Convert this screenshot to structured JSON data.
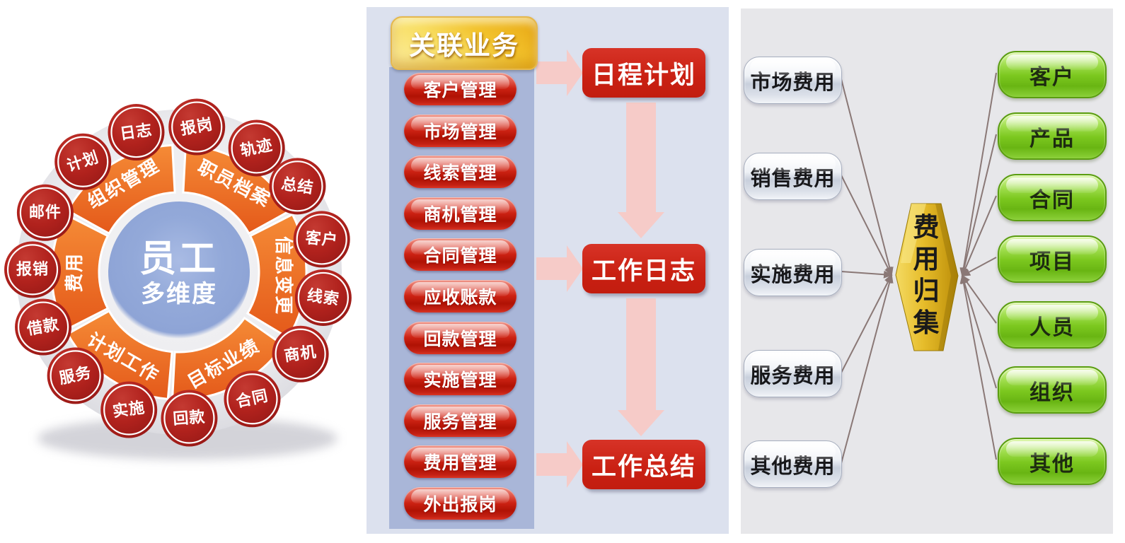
{
  "left_panel": {
    "center_title": "员工",
    "center_subtitle": "多维度",
    "ring_segments": [
      {
        "label": "组织管理",
        "start": 299,
        "end": 357,
        "rot": -30
      },
      {
        "label": "职员档案",
        "start": 3,
        "end": 61,
        "rot": 27
      },
      {
        "label": "信息变更",
        "start": 63,
        "end": 121,
        "rot": 90
      },
      {
        "label": "目标业绩",
        "start": 125,
        "end": 183,
        "rot": -30
      },
      {
        "label": "计划工作",
        "start": 185,
        "end": 241,
        "rot": 30
      },
      {
        "label": "费用",
        "start": 243,
        "end": 297,
        "rot": -90
      }
    ],
    "outer_circles": [
      {
        "label": "报岗",
        "angle": 7,
        "tilt": -10
      },
      {
        "label": "轨迹",
        "angle": 32,
        "tilt": -12
      },
      {
        "label": "总结",
        "angle": 54,
        "tilt": 8
      },
      {
        "label": "客户",
        "angle": 77,
        "tilt": 5
      },
      {
        "label": "线索",
        "angle": 100,
        "tilt": 8
      },
      {
        "label": "商机",
        "angle": 124,
        "tilt": -8
      },
      {
        "label": "合同",
        "angle": 150,
        "tilt": -12
      },
      {
        "label": "回款",
        "angle": 176,
        "tilt": -4
      },
      {
        "label": "实施",
        "angle": 200,
        "tilt": -8
      },
      {
        "label": "服务",
        "angle": 225,
        "tilt": -12
      },
      {
        "label": "借款",
        "angle": 248,
        "tilt": -10
      },
      {
        "label": "报销",
        "angle": 271,
        "tilt": 0
      },
      {
        "label": "邮件",
        "angle": 294,
        "tilt": 0
      },
      {
        "label": "计划",
        "angle": 319,
        "tilt": -18
      },
      {
        "label": "日志",
        "angle": 343,
        "tilt": -8
      }
    ]
  },
  "middle_panel": {
    "header": "关联业务",
    "modules": [
      "客户管理",
      "市场管理",
      "线索管理",
      "商机管理",
      "合同管理",
      "应收账款",
      "回款管理",
      "实施管理",
      "服务管理",
      "费用管理",
      "外出报岗"
    ],
    "stages": [
      "日程计划",
      "工作日志",
      "工作总结"
    ]
  },
  "right_panel": {
    "sources": [
      "市场费用",
      "销售费用",
      "实施费用",
      "服务费用",
      "其他费用"
    ],
    "hub": "费用归集",
    "targets": [
      "客户",
      "产品",
      "合同",
      "项目",
      "人员",
      "组织",
      "其他"
    ]
  },
  "colors": {
    "middle_bg": "#dce1ee",
    "module_column": "#a9b6d8",
    "module_red": "#cd2314",
    "stage_red": "#c92012",
    "pink_arrow": "#f6cbc8",
    "gold_header": "#f2c22c",
    "gold_hub": "#e6bc2a",
    "right_bg": "#e7e7ea",
    "green_pill": "#7cc81f",
    "silver_pill": "#dde2ea",
    "orange_ring": "#ee7323",
    "red_circle": "#b1221d",
    "blue_center": "#8ea4d6",
    "connector_line": "#8a7876"
  }
}
